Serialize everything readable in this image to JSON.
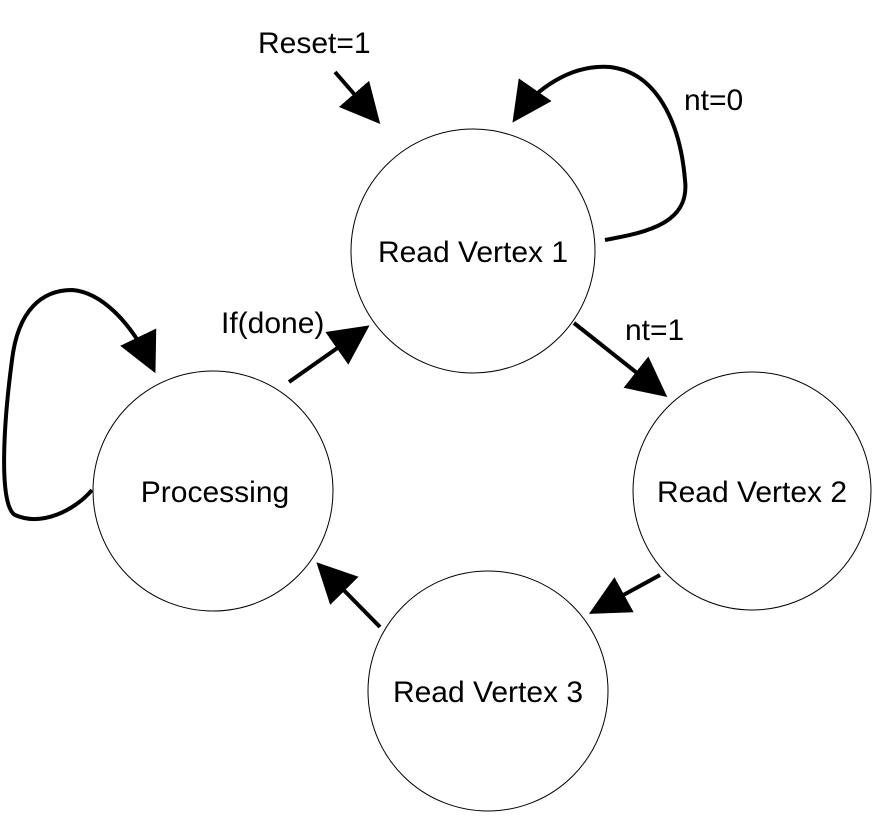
{
  "diagram": {
    "type": "state-machine",
    "states": {
      "read_vertex_1": "Read Vertex 1",
      "read_vertex_2": "Read Vertex 2",
      "read_vertex_3": "Read Vertex 3",
      "processing": "Processing"
    },
    "transitions": [
      {
        "from": "start",
        "to": "read_vertex_1",
        "label": "Reset=1"
      },
      {
        "from": "read_vertex_1",
        "to": "read_vertex_1",
        "label": "nt=0"
      },
      {
        "from": "read_vertex_1",
        "to": "read_vertex_2",
        "label": "nt=1"
      },
      {
        "from": "read_vertex_2",
        "to": "read_vertex_3",
        "label": ""
      },
      {
        "from": "read_vertex_3",
        "to": "processing",
        "label": ""
      },
      {
        "from": "processing",
        "to": "read_vertex_1",
        "label": "If(done)"
      },
      {
        "from": "processing",
        "to": "processing",
        "label": ""
      }
    ]
  }
}
